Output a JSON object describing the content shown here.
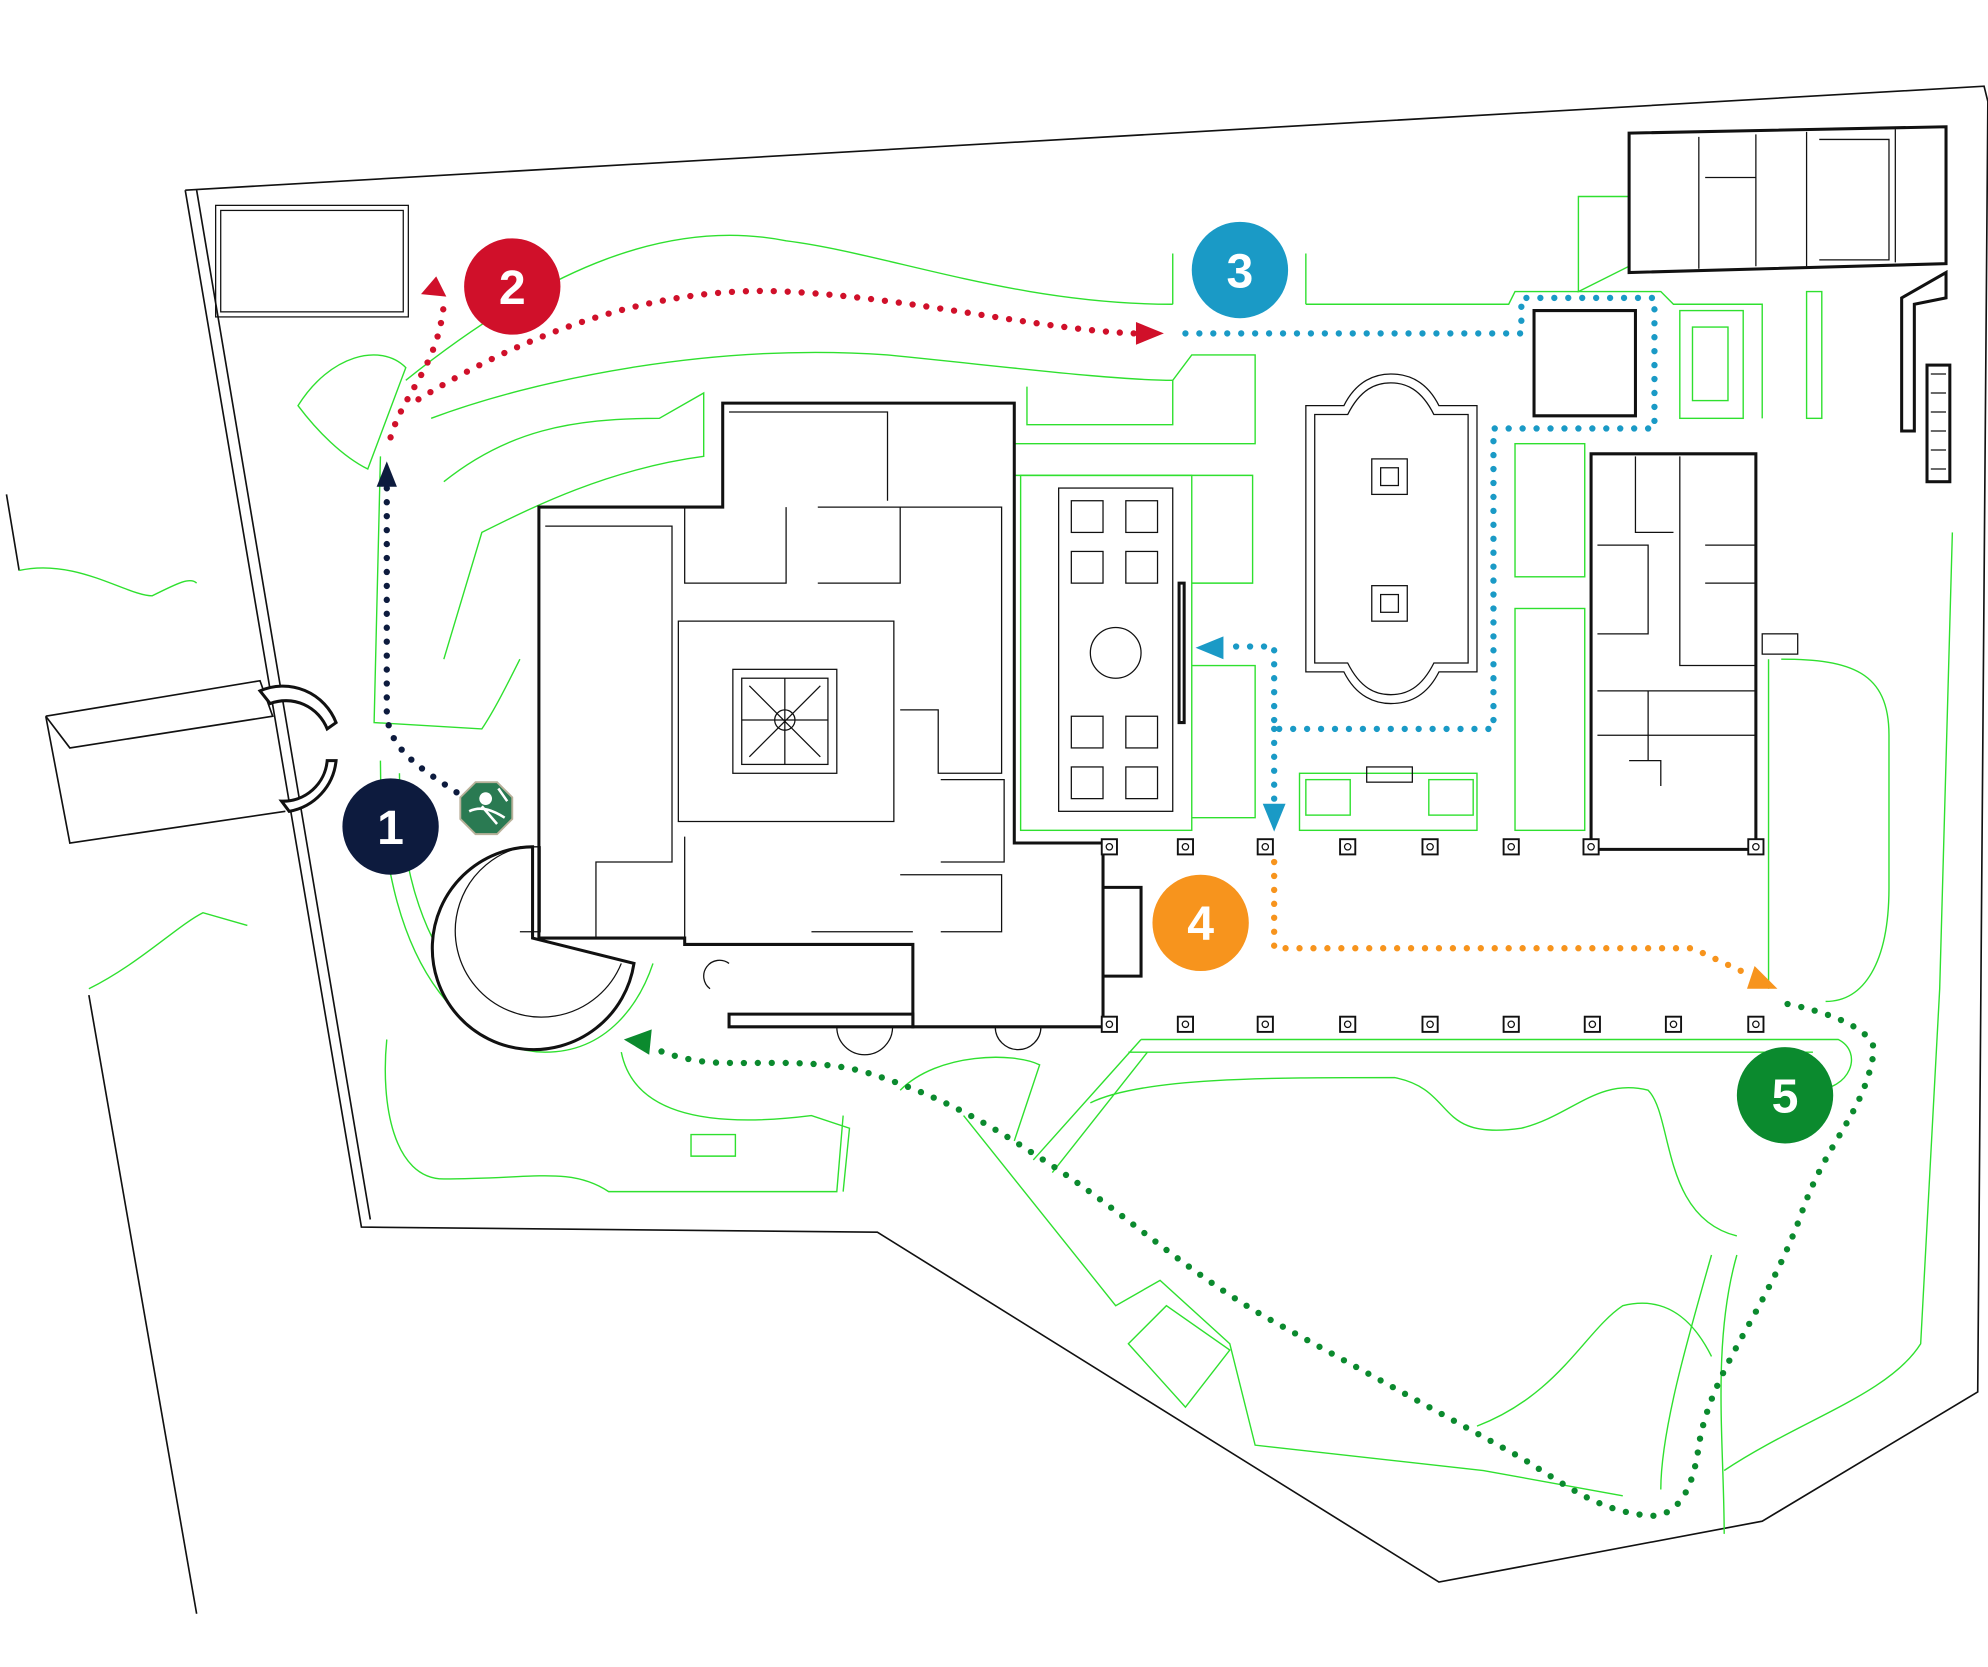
{
  "map": {
    "colors": {
      "route_1": "#0d1b3e",
      "route_2": "#d0102a",
      "route_3": "#1a9ac6",
      "route_4": "#f7941d",
      "route_5": "#0b8a2e",
      "garden_lines": "#2fe02f"
    },
    "markers": [
      {
        "label": "1",
        "color": "#0d1b3e"
      },
      {
        "label": "2",
        "color": "#d0102a"
      },
      {
        "label": "3",
        "color": "#1a9ac6"
      },
      {
        "label": "4",
        "color": "#f7941d"
      },
      {
        "label": "5",
        "color": "#0b8a2e"
      }
    ],
    "start_icon": "angel-emblem-icon"
  }
}
